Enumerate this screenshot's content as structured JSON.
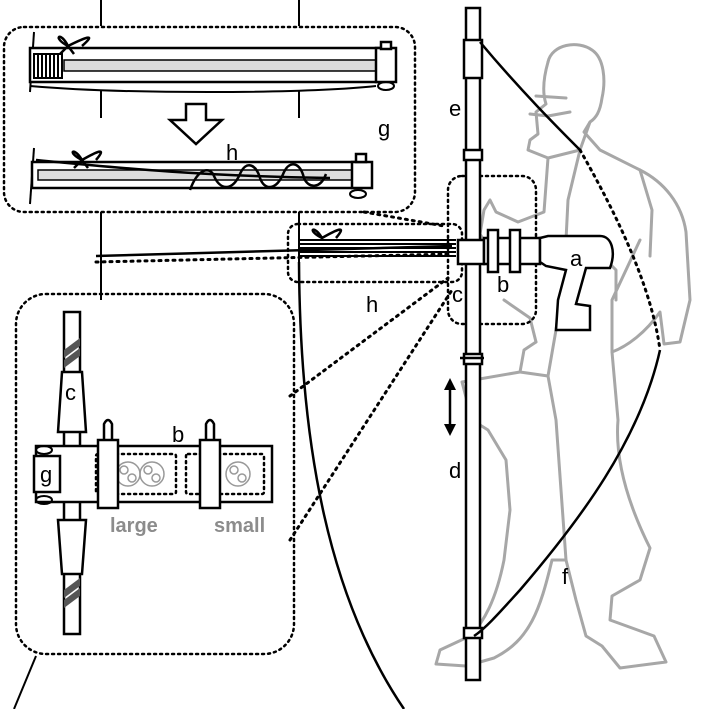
{
  "labels": {
    "a": "a",
    "b": "b",
    "c": "c",
    "d": "d",
    "e": "e",
    "f": "f",
    "g": "g",
    "h": "h",
    "large": "large",
    "small": "small"
  },
  "colors": {
    "line": "#000000",
    "person": "#a7a7a7",
    "caption_grey": "#8c8c8c",
    "rod_fill": "#dcdcdc"
  },
  "icons": {
    "arrow_down": "hollow-down-arrow",
    "arrow_vertical": "double-headed-arrow"
  }
}
